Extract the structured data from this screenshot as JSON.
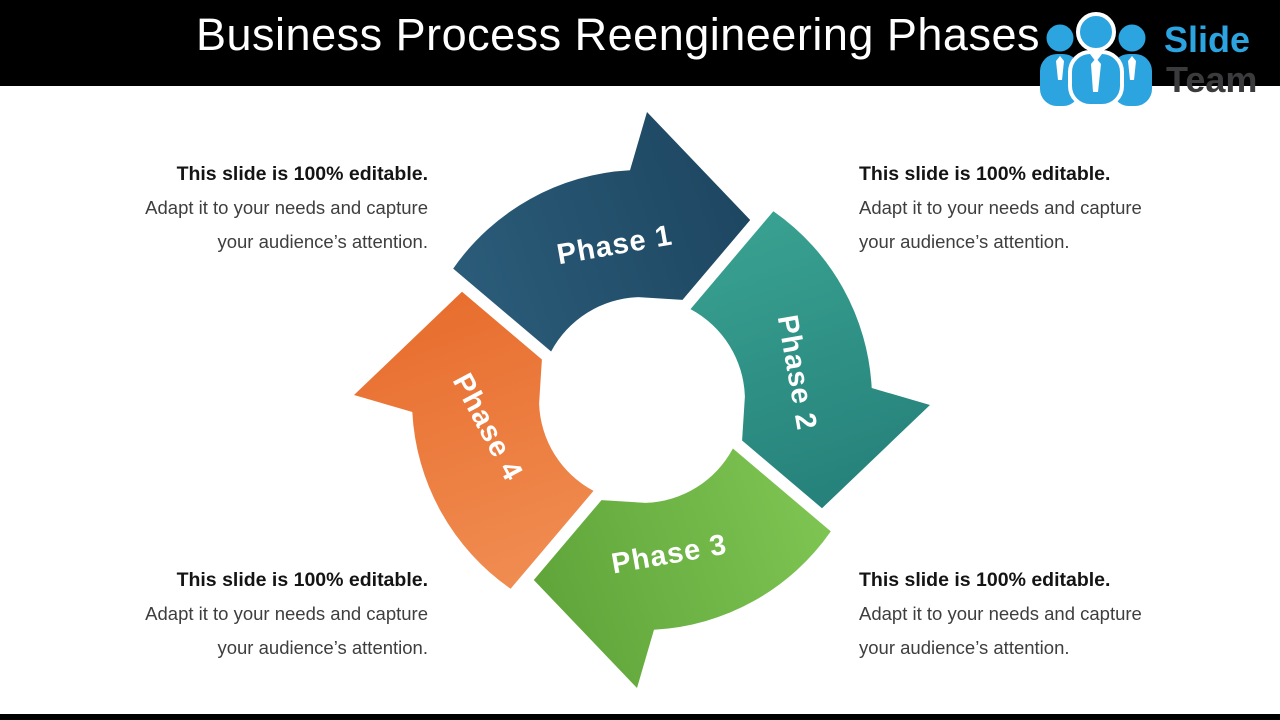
{
  "header": {
    "title": "Business Process Reengineering Phases",
    "bg": "#000000",
    "text_color": "#ffffff"
  },
  "logo": {
    "brand_top": "Slide",
    "brand_bottom": "Team",
    "icon": "people-group-icon",
    "blue": "#2ca4e0",
    "dark": "#3b3b3d"
  },
  "diagram": {
    "type": "cycle-arrows",
    "label_color": "#ffffff",
    "phases": [
      {
        "label": "Phase 1",
        "color": "#24506b",
        "color_light": "#2b5d7a",
        "color_dark": "#1d4560"
      },
      {
        "label": "Phase 2",
        "color": "#2e9186",
        "color_light": "#3aa392",
        "color_dark": "#247f79"
      },
      {
        "label": "Phase 3",
        "color": "#6fb944",
        "color_light": "#80c654",
        "color_dark": "#5da338"
      },
      {
        "label": "Phase 4",
        "color": "#ee7b3d",
        "color_light": "#f18e53",
        "color_dark": "#e76c2c"
      }
    ]
  },
  "callouts": [
    {
      "position": "top-left",
      "heading": "This slide is 100% editable.",
      "line1": "Adapt it to your needs and capture",
      "line2": "your audience’s attention."
    },
    {
      "position": "top-right",
      "heading": "This slide is 100% editable.",
      "line1": "Adapt it to your needs and capture",
      "line2": "your audience’s attention."
    },
    {
      "position": "bottom-left",
      "heading": "This slide is 100% editable.",
      "line1": "Adapt it to your needs and capture",
      "line2": "your audience’s attention."
    },
    {
      "position": "bottom-right",
      "heading": "This slide is 100% editable.",
      "line1": "Adapt it to your needs and capture",
      "line2": "your audience’s attention."
    }
  ]
}
